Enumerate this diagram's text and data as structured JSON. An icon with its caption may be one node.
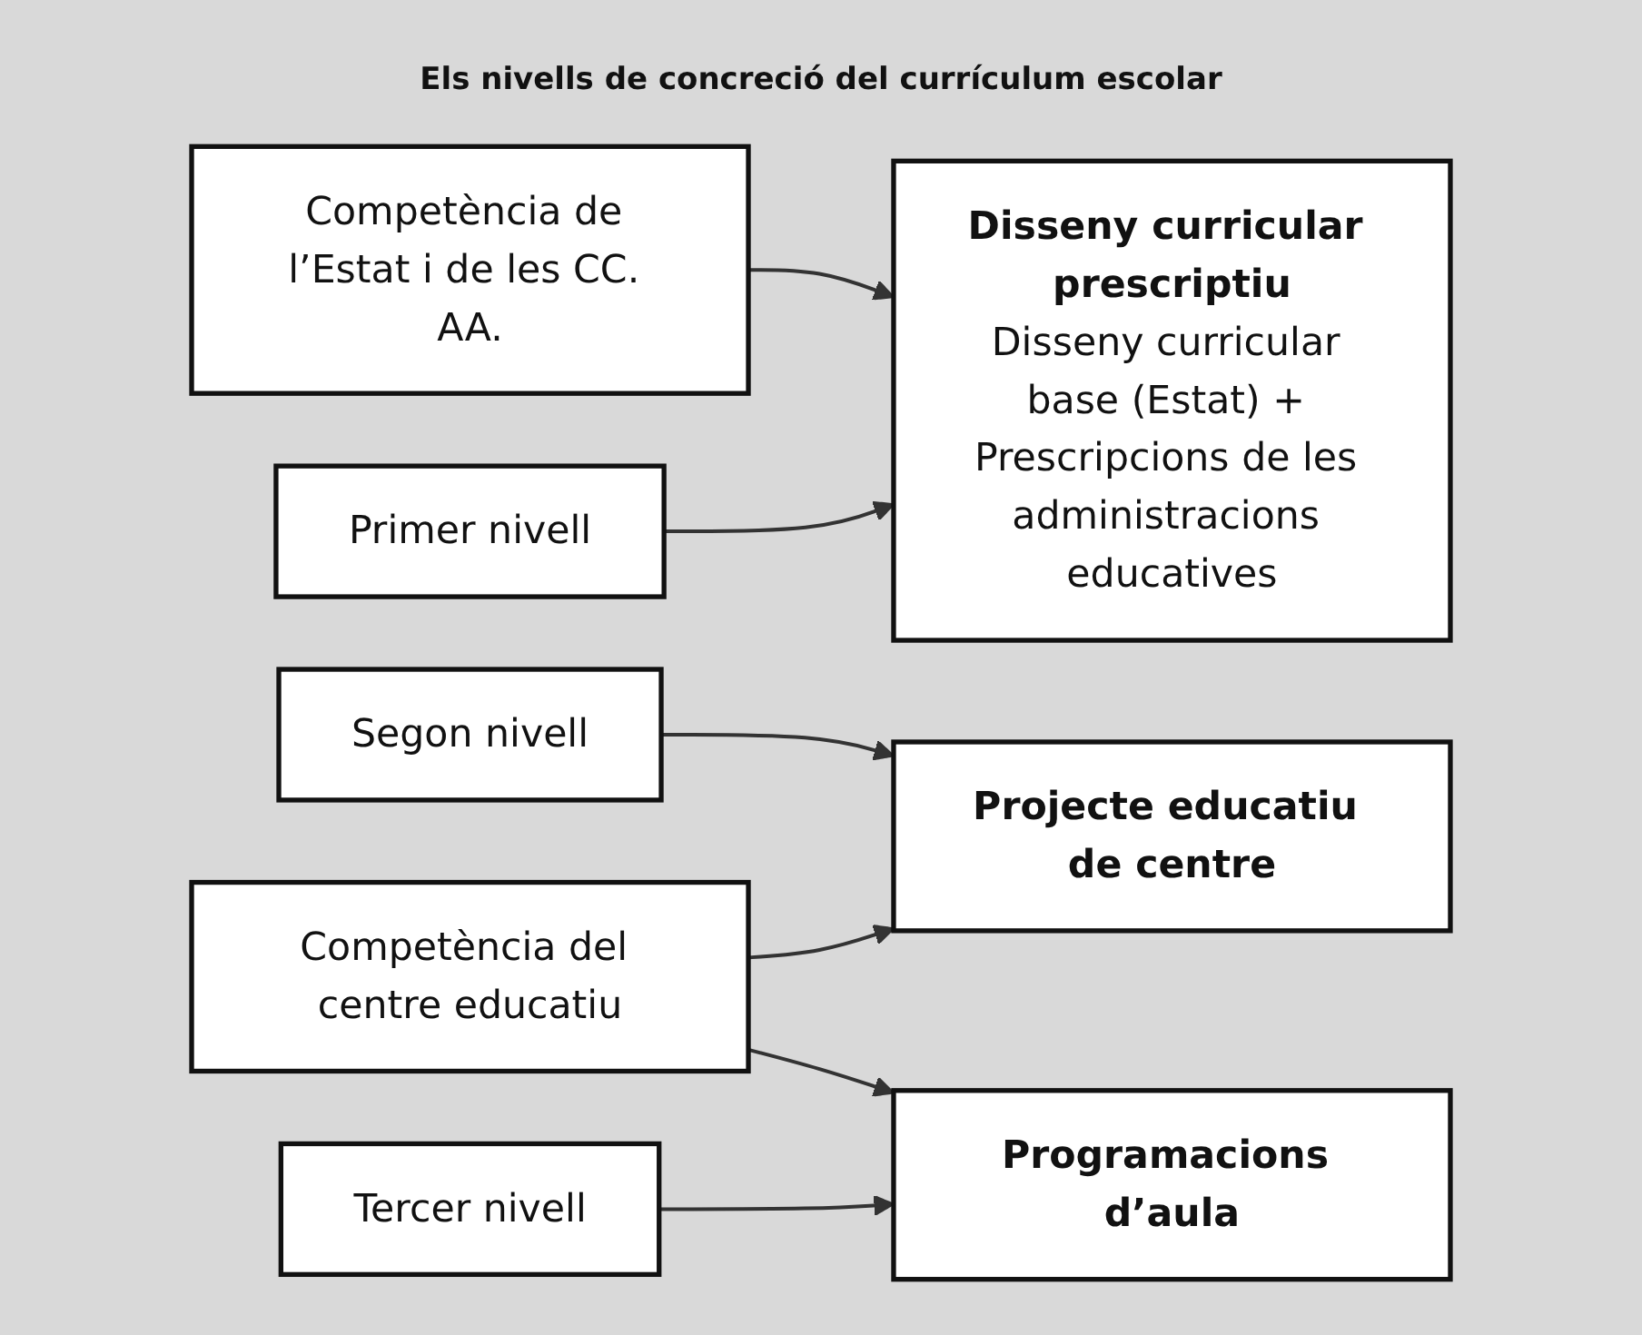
{
  "diagram": {
    "title": "Els nivells de concreció del currículum escolar",
    "nodes": [
      {
        "text": [
          "Competència de l’Estat i de les CC. AA."
        ]
      },
      {
        "text": [
          "Disseny curricular prescriptiu",
          "Disseny curricular base (Estat) + Prescripcions de les administracions educatives"
        ]
      },
      {
        "text": [
          "Primer nivell"
        ]
      },
      {
        "text": [
          "Projecte educatiu de centre"
        ]
      },
      {
        "text": [
          "Segon nivell"
        ]
      },
      {
        "text": [
          "Competència del centre educatiu"
        ]
      },
      {
        "text": [
          "Programacions d’aula"
        ]
      },
      {
        "text": [
          "Tercer nivell"
        ]
      }
    ],
    "edges": [
      {
        "from": 0,
        "to": 1,
        "arrow": "to"
      },
      {
        "from": 2,
        "to": 1,
        "arrow": "to"
      },
      {
        "from": 5,
        "to": 3,
        "arrow": "to"
      },
      {
        "from": 4,
        "to": 3,
        "arrow": "to"
      },
      {
        "from": 5,
        "to": 6,
        "arrow": "to"
      },
      {
        "from": 7,
        "to": 6,
        "arrow": "to"
      }
    ]
  }
}
